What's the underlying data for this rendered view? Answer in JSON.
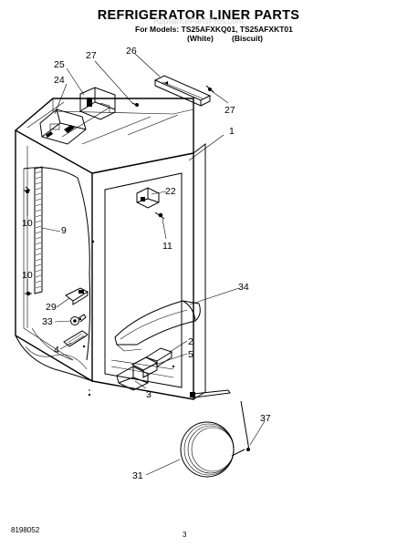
{
  "header": {
    "title": "REFRIGERATOR LINER PARTS",
    "watermark": "AppliancePartsPros.com",
    "models_line": "For Models: TS25AFXKQ01, TS25AFXKT01",
    "variant_white": "(White)",
    "variant_biscuit": "(Biscuit)"
  },
  "footer": {
    "doc_number": "8198052",
    "page_number": "3"
  },
  "callouts": {
    "c25": "25",
    "c24": "24",
    "c27a": "27",
    "c26": "26",
    "c27b": "27",
    "c1": "1",
    "c22": "22",
    "c10a": "10",
    "c11": "11",
    "c9": "9",
    "c10b": "10",
    "c34": "34",
    "c29": "29",
    "c33": "33",
    "c4": "4",
    "c2": "2",
    "c5": "5",
    "c3": "3",
    "c37": "37",
    "c31": "31"
  }
}
